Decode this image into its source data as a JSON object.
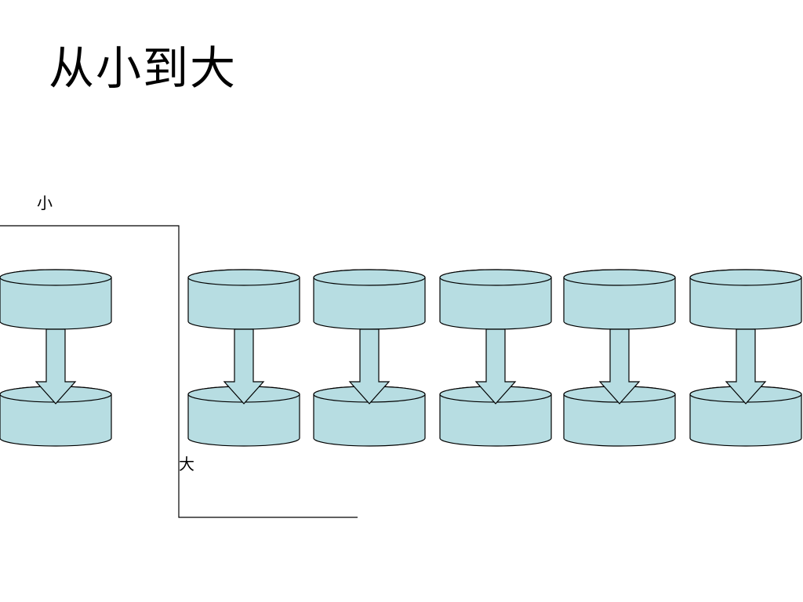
{
  "slide": {
    "title": "从小到大"
  },
  "labels": {
    "small": "小",
    "large": "大"
  },
  "diagram": {
    "units": [
      {
        "id": "unit-1"
      },
      {
        "id": "unit-2"
      },
      {
        "id": "unit-3"
      },
      {
        "id": "unit-4"
      },
      {
        "id": "unit-5"
      },
      {
        "id": "unit-6"
      }
    ],
    "colors": {
      "cylinder_fill": "#b7dde2",
      "arrow_fill": "#b7dde2",
      "stroke": "#000000",
      "bracket_line": "#000000"
    }
  }
}
